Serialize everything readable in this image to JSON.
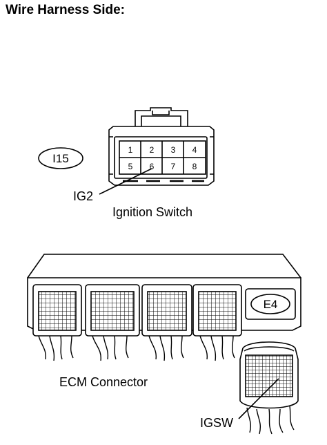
{
  "header": {
    "title": "Wire Harness Side:"
  },
  "ignition": {
    "connector_id": "I15",
    "pins_top": [
      "1",
      "2",
      "3",
      "4"
    ],
    "pins_bottom": [
      "5",
      "6",
      "7",
      "8"
    ],
    "pin_label": "IG2",
    "name": "Ignition Switch"
  },
  "ecm": {
    "connector_id": "E4",
    "name": "ECM Connector",
    "pin_label": "IGSW"
  }
}
